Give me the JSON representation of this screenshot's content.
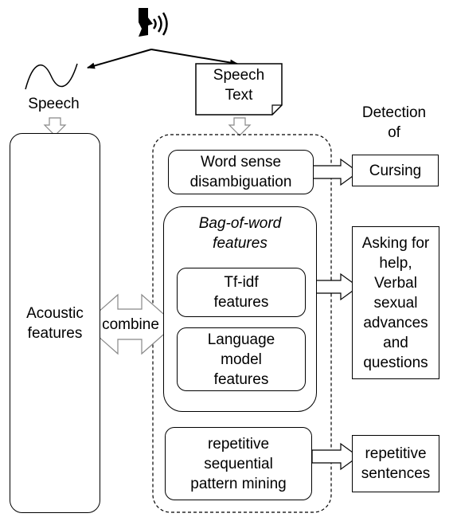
{
  "labels": {
    "speech": "Speech",
    "speech_text": [
      "Speech",
      "Text"
    ],
    "detection_of": [
      "Detection",
      "of"
    ],
    "acoustic": [
      "Acoustic",
      "features"
    ],
    "combine": "combine",
    "wsd": [
      "Word sense",
      "disambiguation"
    ],
    "bow": [
      "Bag-of-word",
      "features"
    ],
    "tfidf": [
      "Tf-idf",
      "features"
    ],
    "lm": [
      "Language",
      "model",
      "features"
    ],
    "rspm": [
      "repetitive",
      "sequential",
      "pattern mining"
    ],
    "cursing": "Cursing",
    "asking": [
      "Asking for",
      "help,",
      "Verbal",
      "sexual",
      "advances",
      "and",
      "questions"
    ],
    "repetitive_sentences": [
      "repetitive",
      "sentences"
    ]
  },
  "icons": {
    "speaker": "speaking-head-icon",
    "wave": "sine-wave-icon",
    "document": "document-icon"
  }
}
